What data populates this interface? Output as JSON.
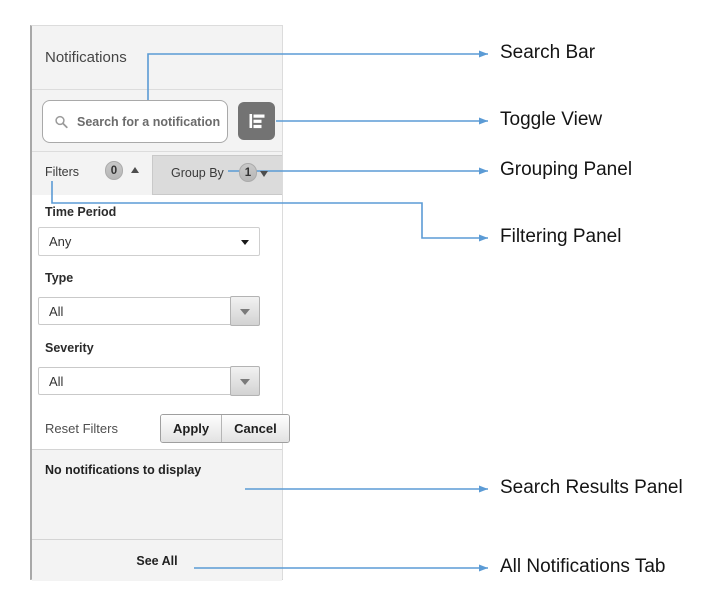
{
  "panel": {
    "title": "Notifications",
    "search_bar": {
      "placeholder": "Search for a notification",
      "search_icon": "magnifier-icon",
      "toggle_view_icon": "list-view-icon"
    },
    "tabs": {
      "filters": {
        "label": "Filters",
        "badge": "0",
        "state": "expanded"
      },
      "group_by": {
        "label": "Group By",
        "badge": "1",
        "state": "collapsed"
      }
    },
    "filter_form": {
      "fields": [
        {
          "label": "Time Period",
          "value": "Any"
        },
        {
          "label": "Type",
          "value": "All"
        },
        {
          "label": "Severity",
          "value": "All"
        }
      ],
      "reset_label": "Reset Filters",
      "apply_label": "Apply",
      "cancel_label": "Cancel"
    },
    "results": {
      "empty_message": "No notifications to display"
    },
    "footer": {
      "see_all_label": "See All"
    }
  },
  "annotations": {
    "arrow_color": "#5b9bd5",
    "items": [
      {
        "label": "Search Bar"
      },
      {
        "label": "Toggle View"
      },
      {
        "label": "Grouping Panel"
      },
      {
        "label": "Filtering Panel"
      },
      {
        "label": "Search Results Panel"
      },
      {
        "label": "All Notifications Tab"
      }
    ]
  }
}
